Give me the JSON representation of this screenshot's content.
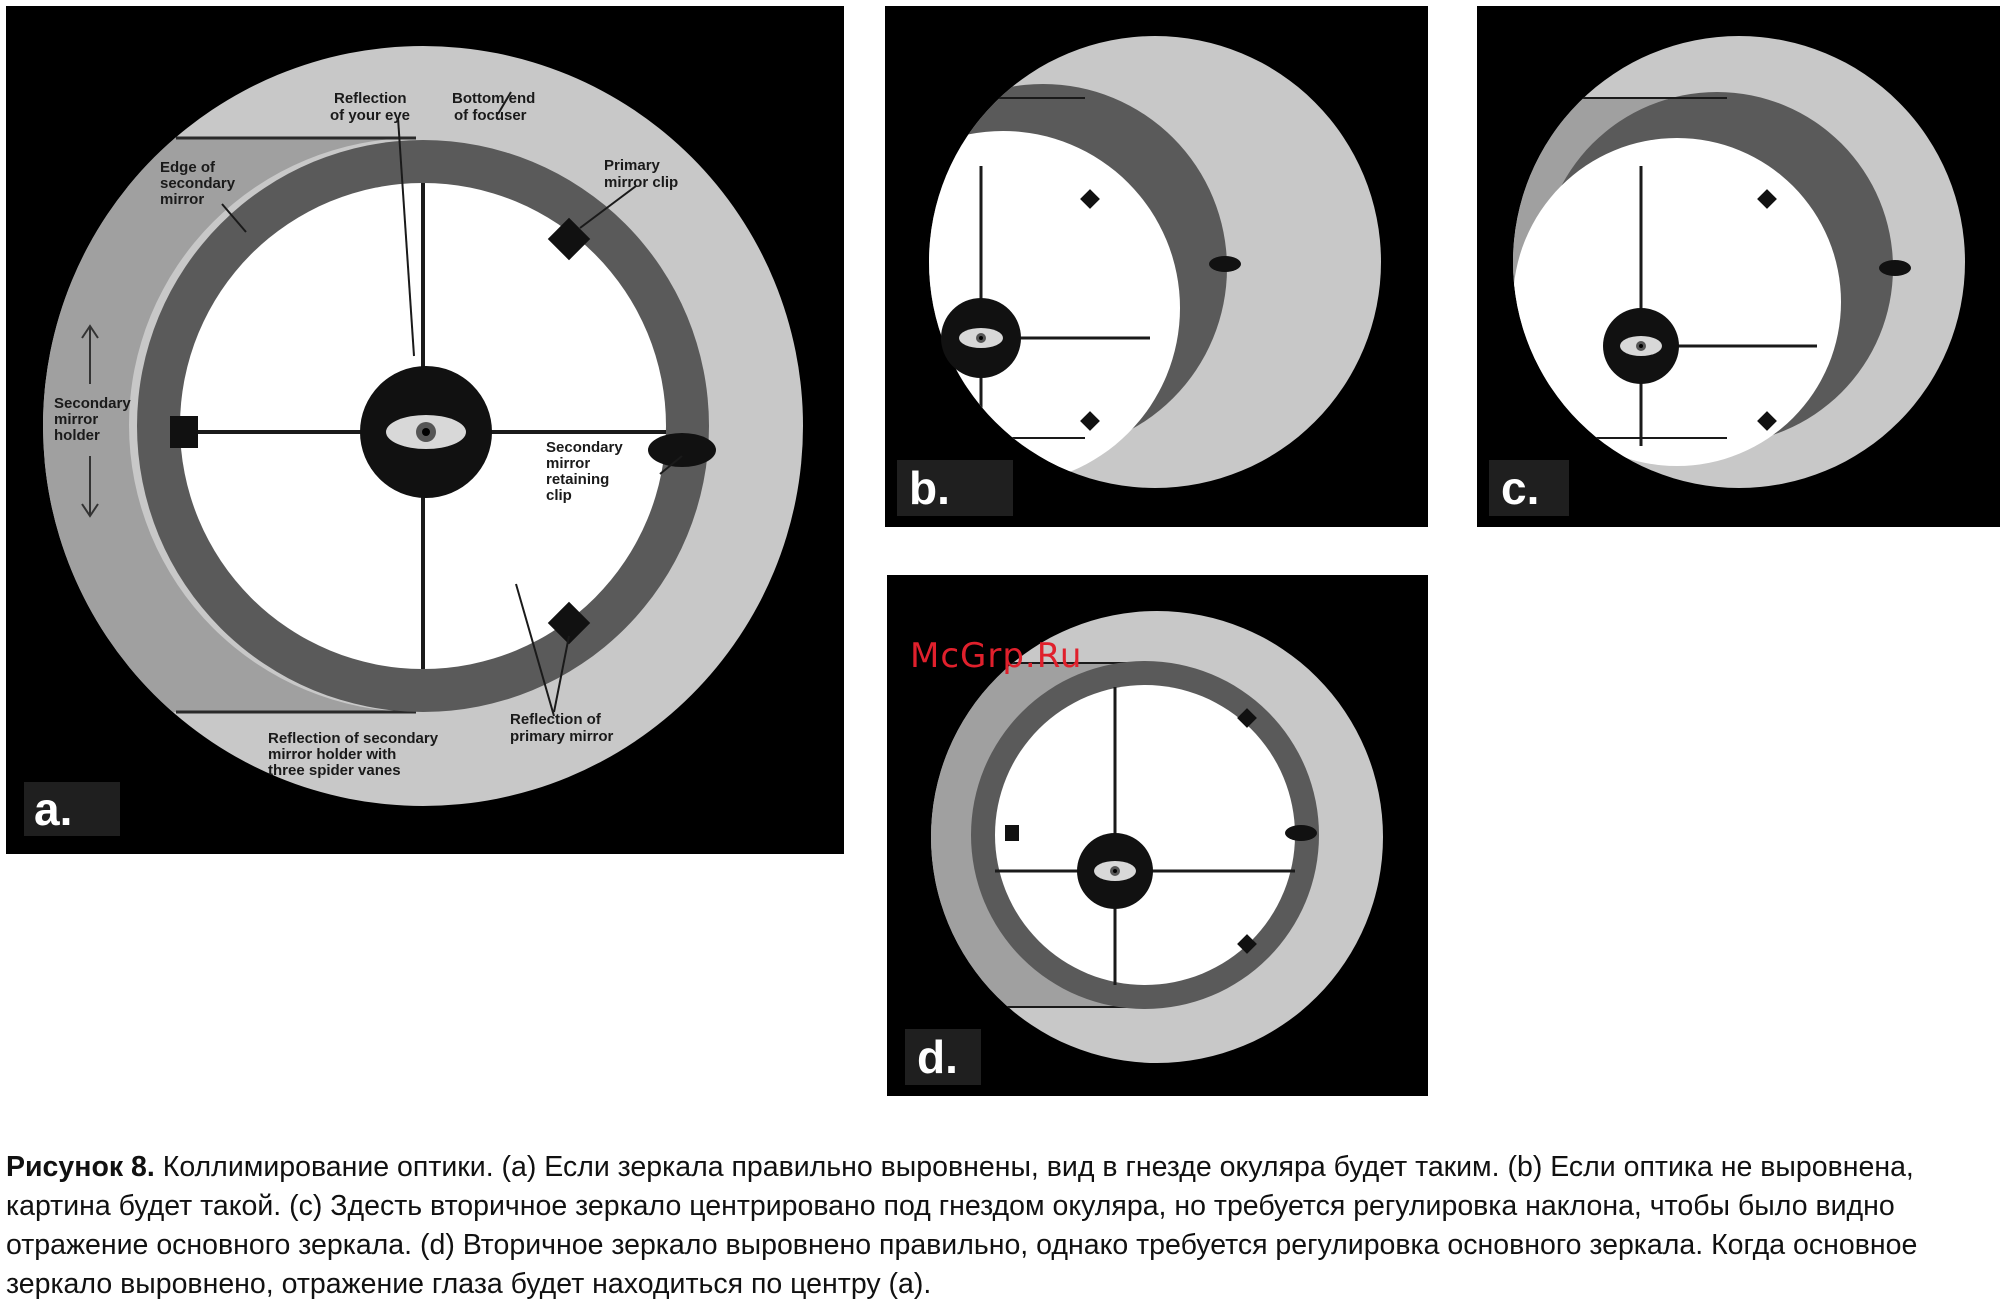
{
  "panels": {
    "a": {
      "label": "a.",
      "annotations": {
        "reflection_eye_1": "Reflection",
        "reflection_eye_2": "of your eye",
        "bottom_end_1": "Bottom end",
        "bottom_end_2": "of focuser",
        "edge_secondary_1": "Edge of",
        "edge_secondary_2": "secondary",
        "edge_secondary_3": "mirror",
        "primary_clip_1": "Primary",
        "primary_clip_2": "mirror clip",
        "secondary_holder_1": "Secondary",
        "secondary_holder_2": "mirror",
        "secondary_holder_3": "holder",
        "retaining_clip_1": "Secondary",
        "retaining_clip_2": "mirror",
        "retaining_clip_3": "retaining",
        "retaining_clip_4": "clip",
        "reflection_primary_1": "Reflection of",
        "reflection_primary_2": "primary mirror",
        "reflection_holder_1": "Reflection of secondary",
        "reflection_holder_2": "mirror holder with",
        "reflection_holder_3": "three spider vanes"
      }
    },
    "b": {
      "label": "b."
    },
    "c": {
      "label": "c."
    },
    "d": {
      "label": "d."
    }
  },
  "watermark": "McGrp.Ru",
  "caption": {
    "bold": "Рисунок 8.",
    "text": " Коллимирование оптики. (a) Если зеркала правильно выровнены, вид в гнезде окуляра будет таким. (b) Если оптика не выровнена, картина будет такой. (c) Здесть вторичное зеркало центрировано под гнездом окуляра, но требуется регулировка наклона, чтобы было видно отражение основного зеркала. (d) Вторичное зеркало выровнено правильно, однако требуется регулировка основного зеркала. Когда основное зеркало выровнено, отражение глаза будет находиться по центру (a)."
  },
  "colors": {
    "background": "#000000",
    "light_gray": "#c8c8c8",
    "mid_gray": "#a0a0a0",
    "dark_gray": "#5a5a5a",
    "white": "#ffffff",
    "watermark_red": "#e0202c"
  },
  "icons": [
    "eye-reflection-icon",
    "up-arrow-icon",
    "down-arrow-icon"
  ]
}
